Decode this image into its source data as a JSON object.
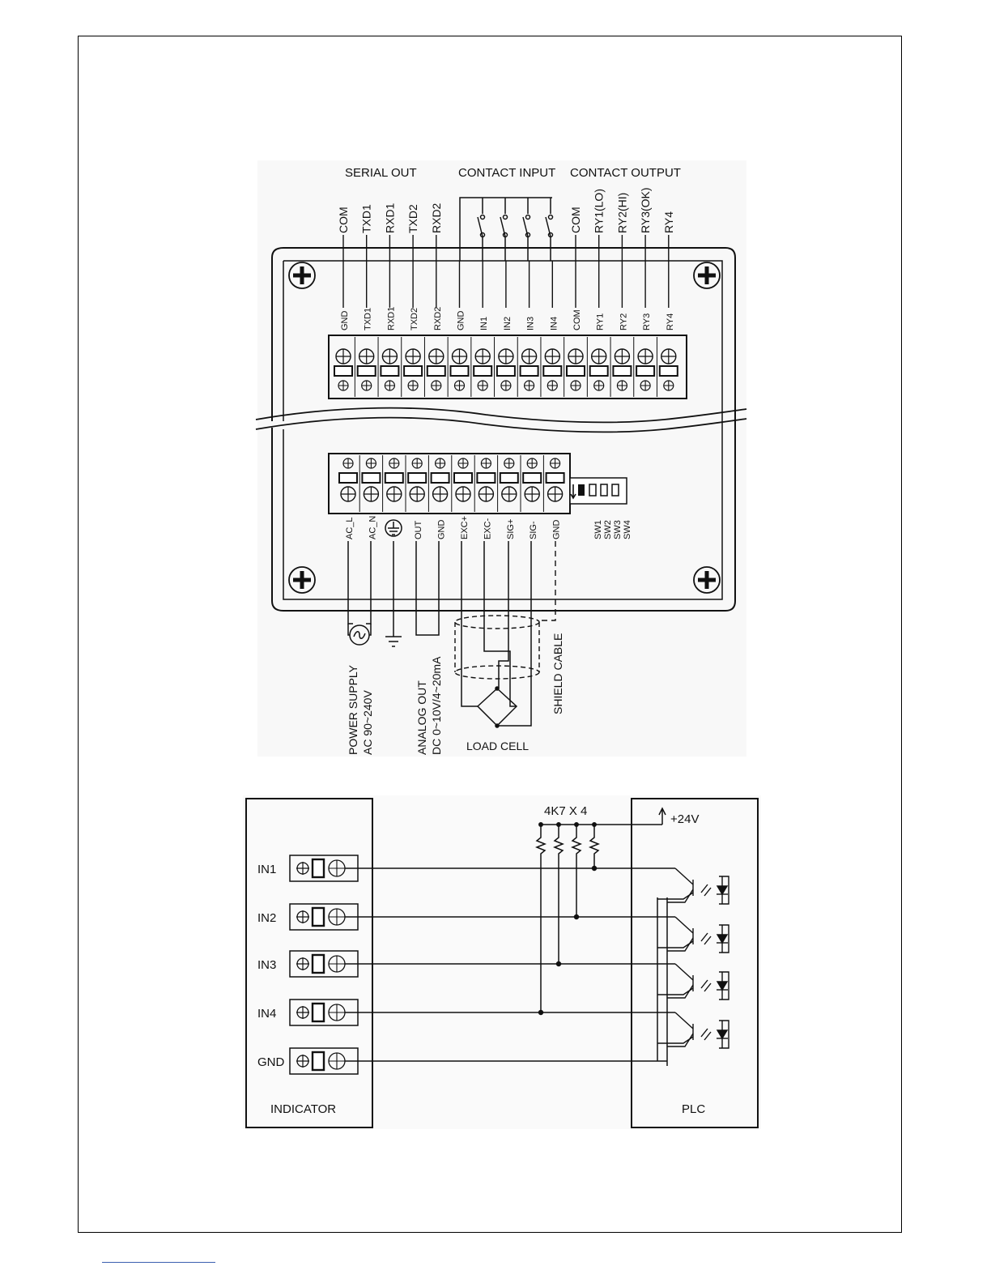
{
  "top_diagram": {
    "headers": {
      "serial_out": "SERIAL OUT",
      "contact_input": "CONTACT INPUT",
      "contact_output": "CONTACT OUTPUT"
    },
    "wire_labels": [
      "COM",
      "TXD1",
      "RXD1",
      "TXD2",
      "RXD2",
      "",
      "",
      "",
      "",
      "",
      "COM",
      "RY1(LO)",
      "RY2(HI)",
      "RY3(OK)",
      "RY4"
    ],
    "upper_terminals": [
      "GND",
      "TXD1",
      "RXD1",
      "TXD2",
      "RXD2",
      "GND",
      "IN1",
      "IN2",
      "IN3",
      "IN4",
      "COM",
      "RY1",
      "RY2",
      "RY3",
      "RY4"
    ],
    "lower_terminals": [
      "AC_L",
      "AC_N",
      "",
      "OUT",
      "GND",
      "EXC+",
      "EXC-",
      "SIG+",
      "SIG-",
      "GND"
    ],
    "dip_switches": [
      "SW1",
      "SW2",
      "SW3",
      "SW4"
    ],
    "captions": {
      "power_supply_1": "POWER SUPPLY",
      "power_supply_2": "AC 90~240V",
      "analog_out_1": "ANALOG OUT",
      "analog_out_2": "DC 0~10V/4~20mA",
      "load_cell": "LOAD CELL",
      "shield_cable": "SHIELD CABLE"
    }
  },
  "bottom_diagram": {
    "indicator_label": "INDICATOR",
    "plc_label": "PLC",
    "resistor_label": "4K7 X 4",
    "supply_label": "+24V",
    "inputs": [
      "IN1",
      "IN2",
      "IN3",
      "IN4",
      "GND"
    ]
  }
}
